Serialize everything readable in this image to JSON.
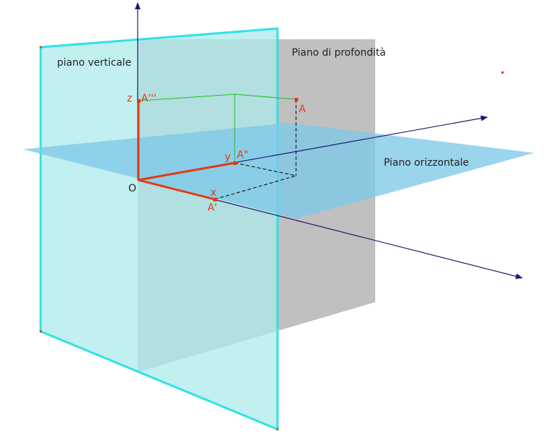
{
  "diagram": {
    "plane_labels": {
      "vertical": "piano verticale",
      "depth": "Piano di profondità",
      "horizontal": "Piano orizzontale"
    },
    "point_labels": {
      "origin": "O",
      "z_axis": "z",
      "y_axis": "y",
      "x_axis": "x",
      "point": "A",
      "proj_horizontal": "A'",
      "proj_vertical": "A\"",
      "proj_depth": "A'''"
    },
    "colors": {
      "vertical_plane": "#aee9ea",
      "vertical_plane_edge": "#2fe2e6",
      "depth_plane": "#c0c0c0",
      "horizontal_plane": "#7fc8e8",
      "axis": "#1a1a6e",
      "coordinate_segment": "#e03a14",
      "construction_line": "#22c022",
      "label_red": "#e03a14"
    }
  }
}
